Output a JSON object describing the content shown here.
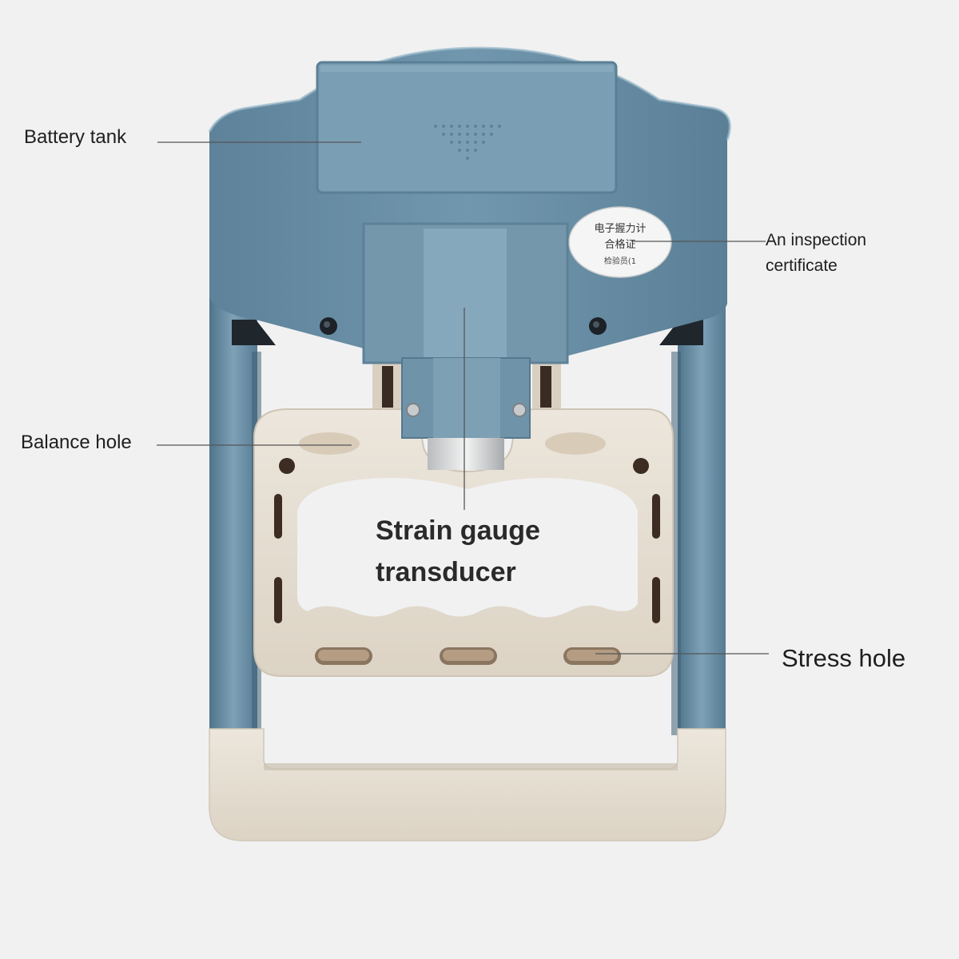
{
  "annotations": {
    "battery_tank": "Battery tank",
    "inspection_certificate_line1": "An inspection",
    "inspection_certificate_line2": "certificate",
    "balance_hole": "Balance hole",
    "strain_gauge_line1": "Strain gauge",
    "strain_gauge_line2": "transducer",
    "stress_hole": "Stress hole"
  },
  "certificate_sticker": {
    "line1": "电子握力计",
    "line2": "合格证",
    "line3": "检验员(1"
  },
  "colors": {
    "background": "#f1f1f2",
    "body_blue": "#6c91a8",
    "body_blue_light": "#86a9bd",
    "body_blue_dark": "#4f748b",
    "handle_cream": "#e6dfd3",
    "grip_cream": "#ece5da",
    "label_text": "#1e1e1e",
    "leader_line": "#555555"
  }
}
